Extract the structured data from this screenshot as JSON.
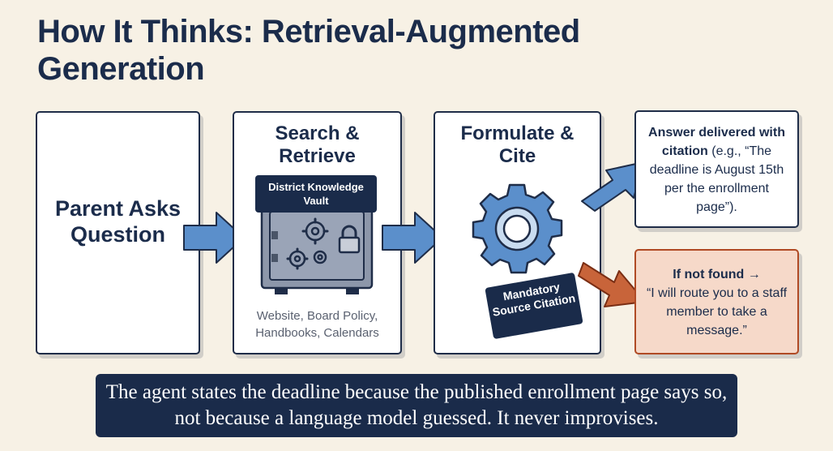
{
  "title": "How It Thinks: Retrieval-Augmented Generation",
  "steps": {
    "parent": {
      "label": "Parent Asks Question"
    },
    "search": {
      "title": "Search & Retrieve",
      "vault_label": "District Knowledge Vault",
      "sources": "Website, Board Policy, Handbooks, Calendars"
    },
    "formulate": {
      "title": "Formulate & Cite",
      "badge": "Mandatory Source Citation"
    }
  },
  "outcomes": {
    "answer": {
      "lead": "Answer delivered with citation",
      "body": " (e.g., “The deadline is August 15th per the enrollment page”)."
    },
    "not_found": {
      "lead": "If not found →",
      "body": "“I will route you to a staff member to take a message.”"
    }
  },
  "banner": "The agent states the deadline because the published enrollment page says so, not because a language model guessed. It never improvises.",
  "colors": {
    "navy": "#1a2b4a",
    "arrow_blue": "#5b8fcb",
    "arrow_orange": "#c8643a",
    "background": "#f7f1e5"
  },
  "icons": [
    "vault-icon",
    "gear-icon",
    "lock-icon",
    "arrow-right-icon"
  ]
}
